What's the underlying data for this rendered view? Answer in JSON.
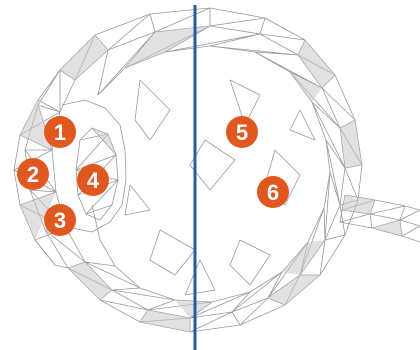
{
  "diagram": {
    "colors": {
      "marker": "#E0581F",
      "marker_text": "#ffffff",
      "section_line": "#1f5f9a",
      "mesh_stroke": "#9a9a9a",
      "mesh_fill": "#c8c8c8",
      "background": "#ffffff"
    },
    "markers": [
      {
        "id": "1",
        "label": "1"
      },
      {
        "id": "2",
        "label": "2"
      },
      {
        "id": "3",
        "label": "3"
      },
      {
        "id": "4",
        "label": "4"
      },
      {
        "id": "5",
        "label": "5"
      },
      {
        "id": "6",
        "label": "6"
      }
    ],
    "icon": "low-poly-eyeball-cross-section"
  }
}
